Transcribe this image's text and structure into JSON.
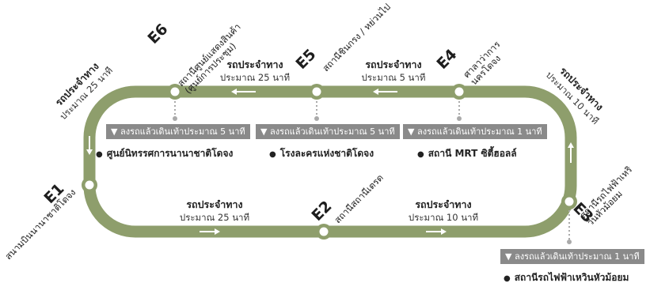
{
  "stops": [
    {
      "code": "E1",
      "name": "สนามบินนานาชาติโดจง"
    },
    {
      "code": "E2",
      "name": "สถานีสถานีเตรด"
    },
    {
      "code": "E3",
      "name": "สถานีรถไฟฟ้าเหริวินหัวม้อยม"
    },
    {
      "code": "E4",
      "name": "ศาลาว่าการนครโดจง"
    },
    {
      "code": "E5",
      "name": "สถานีชินกรง / หย่วนไป"
    },
    {
      "code": "E6",
      "name": "สถานีศูนย์แสดงสินค้า (ศูนย์การประชุม)"
    }
  ],
  "segments": [
    {
      "id": "e1-e2",
      "title": "รถประจำทาง",
      "time": "ประมาณ 25 นาที"
    },
    {
      "id": "e2-e3",
      "title": "รถประจำทาง",
      "time": "ประมาณ 10 นาที"
    },
    {
      "id": "e3-e4",
      "title": "รถประจำทาง",
      "time": "ประมาณ 10 นาที"
    },
    {
      "id": "e4-e5",
      "title": "รถประจำทาง",
      "time": "ประมาณ 5 นาที"
    },
    {
      "id": "e5-e6",
      "title": "รถประจำทาง",
      "time": "ประมาณ 25 นาที"
    },
    {
      "id": "e6-e1",
      "title": "รถประจำทาง",
      "time": "ประมาณ 25 นาที"
    }
  ],
  "walks": [
    {
      "id": "e6",
      "badge": "▼ ลงรถแล้วเดินเท้าประมาณ 5 นาที",
      "destination": "ศูนย์นิทรรศการนานาชาติโดจง"
    },
    {
      "id": "e5",
      "badge": "▼ ลงรถแล้วเดินเท้าประมาณ 5 นาที",
      "destination": "โรงละครแห่งชาติโดจง"
    },
    {
      "id": "e4",
      "badge": "▼ ลงรถแล้วเดินเท้าประมาณ 1 นาที",
      "destination": "สถานี MRT ซิตี้ฮอลล์"
    },
    {
      "id": "e3",
      "badge": "▼ ลงรถแล้วเดินเท้าประมาณ 1 นาที",
      "destination": "สถานีรถไฟฟ้าเหวินหัวม้อยม"
    }
  ],
  "bullet_glyph": "●",
  "colors": {
    "loop": "#8e9e6c",
    "station_fill": "#ffffff",
    "arrow": "#ffffff",
    "badge": "#8a8a8a",
    "dotted": "#aaaaaa"
  }
}
